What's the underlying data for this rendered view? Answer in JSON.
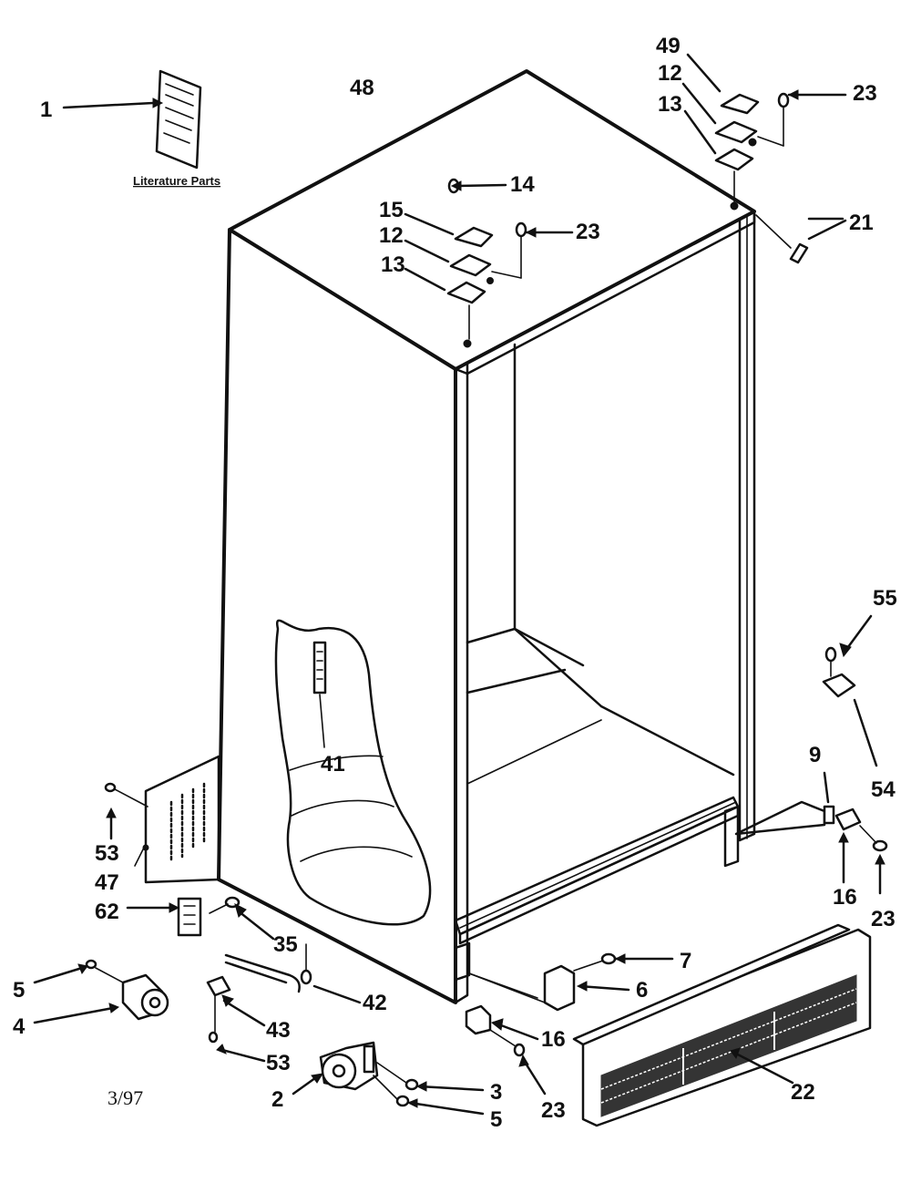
{
  "diagram": {
    "literature_label": "Literature Parts",
    "date_code": "3/97",
    "colors": {
      "ink": "#111111",
      "paper": "#ffffff"
    },
    "callouts": [
      {
        "id": "c1",
        "text": "1"
      },
      {
        "id": "c48",
        "text": "48"
      },
      {
        "id": "c49",
        "text": "49"
      },
      {
        "id": "c12a",
        "text": "12"
      },
      {
        "id": "c13a",
        "text": "13"
      },
      {
        "id": "c23a",
        "text": "23"
      },
      {
        "id": "c14",
        "text": "14"
      },
      {
        "id": "c15",
        "text": "15"
      },
      {
        "id": "c12b",
        "text": "12"
      },
      {
        "id": "c13b",
        "text": "13"
      },
      {
        "id": "c23b",
        "text": "23"
      },
      {
        "id": "c21",
        "text": "21"
      },
      {
        "id": "c55",
        "text": "55"
      },
      {
        "id": "c54",
        "text": "54"
      },
      {
        "id": "c9",
        "text": "9"
      },
      {
        "id": "c16a",
        "text": "16"
      },
      {
        "id": "c23c",
        "text": "23"
      },
      {
        "id": "c41",
        "text": "41"
      },
      {
        "id": "c53a",
        "text": "53"
      },
      {
        "id": "c47",
        "text": "47"
      },
      {
        "id": "c62",
        "text": "62"
      },
      {
        "id": "c35",
        "text": "35"
      },
      {
        "id": "c5a",
        "text": "5"
      },
      {
        "id": "c4",
        "text": "4"
      },
      {
        "id": "c42",
        "text": "42"
      },
      {
        "id": "c43",
        "text": "43"
      },
      {
        "id": "c53b",
        "text": "53"
      },
      {
        "id": "c7",
        "text": "7"
      },
      {
        "id": "c6",
        "text": "6"
      },
      {
        "id": "c16b",
        "text": "16"
      },
      {
        "id": "c23d",
        "text": "23"
      },
      {
        "id": "c22",
        "text": "22"
      },
      {
        "id": "c2",
        "text": "2"
      },
      {
        "id": "c3",
        "text": "3"
      },
      {
        "id": "c5b",
        "text": "5"
      }
    ]
  }
}
